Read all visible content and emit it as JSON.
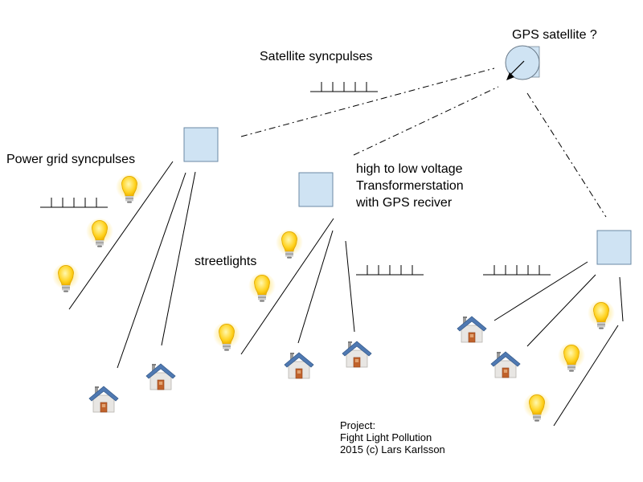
{
  "labels": {
    "gps_satellite": "GPS satellite ?",
    "satellite_syncpulses": "Satellite syncpulses",
    "power_grid_syncpulses": "Power grid syncpulses",
    "transformer_station": "high to low voltage\nTransformerstation\nwith GPS reciver",
    "streetlights": "streetlights",
    "project_credit": "Project:\nFight Light Pollution\n2015 (c) Lars Karlsson"
  },
  "colors": {
    "station_fill": "#cfe3f3",
    "station_stroke": "#5a7f9e",
    "roof": "#4f79b2",
    "house_wall": "#e8e6e3",
    "door": "#c0622b",
    "bulb_glow": "#ffe680",
    "bulb": "#ffd21f",
    "line": "#000000"
  },
  "icons": {
    "satellite": "satellite-icon",
    "station": "transformer-station-icon",
    "house": "house-icon",
    "bulb": "light-bulb-icon",
    "pulse": "pulse-train-icon"
  }
}
